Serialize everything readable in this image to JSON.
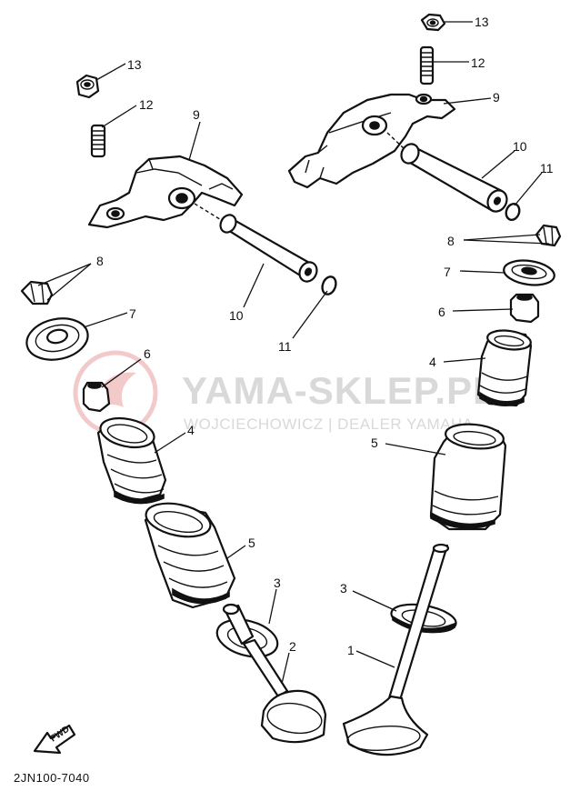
{
  "watermark": {
    "title": "YAMA-SKLEP.PL",
    "subtitle": "WOJCIECHOWICZ | DEALER YAMAHA",
    "logo_color": "#e8a0a0",
    "text_color": "#d9d9d9"
  },
  "diagram_code": "2JN100-7040",
  "fwd_label": "FWD",
  "callouts": {
    "c1": "1",
    "c2": "2",
    "c3a": "3",
    "c3b": "3",
    "c4a": "4",
    "c4b": "4",
    "c5a": "5",
    "c5b": "5",
    "c6a": "6",
    "c6b": "6",
    "c7a": "7",
    "c7b": "7",
    "c8a": "8",
    "c8b": "8",
    "c9a": "9",
    "c9b": "9",
    "c10a": "10",
    "c10b": "10",
    "c11a": "11",
    "c11b": "11",
    "c12a": "12",
    "c12b": "12",
    "c13a": "13",
    "c13b": "13"
  }
}
